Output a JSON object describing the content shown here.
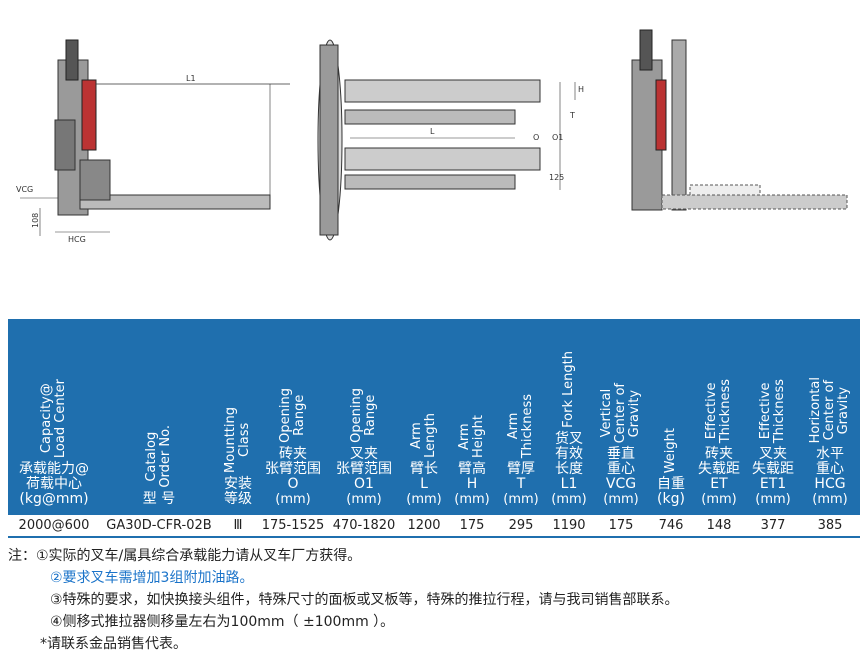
{
  "drawing_labels": {
    "side": {
      "L1": "L1",
      "VCG": "VCG",
      "108": "108",
      "HCG": "HCG"
    },
    "top": {
      "H": "H",
      "L": "L",
      "O": "O",
      "O1": "O1",
      "T": "T",
      "125": "125"
    }
  },
  "table": {
    "headers": [
      {
        "en": "Capacity@\nLoad Center",
        "cn": "承载能力@\n荷载中心\n(kg@mm)",
        "unit": ""
      },
      {
        "en": "Catalog\nOrder No.",
        "cn": "型 号",
        "unit": ""
      },
      {
        "en": "Mountting\nClass",
        "cn": "安装\n等级",
        "unit": ""
      },
      {
        "en": "Opening\nRange",
        "cn": "砖夹\n张臂范围\nO",
        "unit": "(mm)"
      },
      {
        "en": "Opening\nRange",
        "cn": "叉夹\n张臂范围\nO1",
        "unit": "(mm)"
      },
      {
        "en": "Arm\nLength",
        "cn": "臂长\nL",
        "unit": "(mm)"
      },
      {
        "en": "Arm\nHeight",
        "cn": "臂高\nH",
        "unit": "(mm)"
      },
      {
        "en": "Arm\nThickness",
        "cn": "臂厚\nT",
        "unit": "(mm)"
      },
      {
        "en": "Fork Length",
        "cn": "货叉\n有效\n长度\nL1",
        "unit": "(mm)"
      },
      {
        "en": "Vertical\nCenter of\nGravity",
        "cn": "垂直\n重心\nVCG",
        "unit": "(mm)"
      },
      {
        "en": "Weight",
        "cn": "自重\n(kg)",
        "unit": ""
      },
      {
        "en": "Effective\nThickness",
        "cn": "砖夹\n失载距\nET",
        "unit": "(mm)"
      },
      {
        "en": "Effective\nThickness",
        "cn": "叉夹\n失载距\nET1",
        "unit": "(mm)"
      },
      {
        "en": "Horizontal\nCenter of\nGravity",
        "cn": "水平\n重心\nHCG",
        "unit": "(mm)"
      }
    ],
    "rows": [
      [
        "2000@600",
        "GA30D-CFR-02B",
        "Ⅲ",
        "175-1525",
        "470-1820",
        "1200",
        "175",
        "295",
        "1190",
        "175",
        "746",
        "148",
        "377",
        "385"
      ]
    ]
  },
  "notes": {
    "n1": "注：①实际的叉车/属具综合承载能力请从叉车厂方获得。",
    "n2": "②要求叉车需增加3组附加油路。",
    "n3": "③特殊的要求，如快换接头组件，特殊尺寸的面板或叉板等，特殊的推拉行程，请与我司销售部联系。",
    "n4": "④侧移式推拉器侧移量左右为100mm（ ±100mm ）。",
    "n5": "*请联系金品销售代表。"
  },
  "colors": {
    "header_bg": "#1f6fae",
    "note_blue": "#1a73c9"
  }
}
